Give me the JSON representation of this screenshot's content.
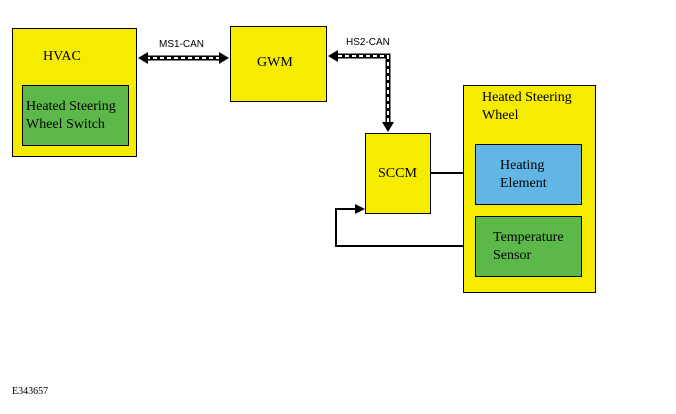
{
  "diagram": {
    "hvac": {
      "title": "HVAC"
    },
    "switch": {
      "line1": "Heated Steering",
      "line2": "Wheel Switch"
    },
    "gwm": {
      "title": "GWM"
    },
    "sccm": {
      "title": "SCCM"
    },
    "wheel": {
      "line1": "Heated Steering",
      "line2": "Wheel"
    },
    "heating": {
      "line1": "Heating",
      "line2": "Element"
    },
    "temp": {
      "line1": "Temperature",
      "line2": "Sensor"
    },
    "ms1": "MS1-CAN",
    "hs2": "HS2-CAN",
    "figure_id": "E343657"
  },
  "colors": {
    "module_yellow": "#f5ec00",
    "switch_green": "#5cb848",
    "element_blue": "#62b6e6"
  }
}
